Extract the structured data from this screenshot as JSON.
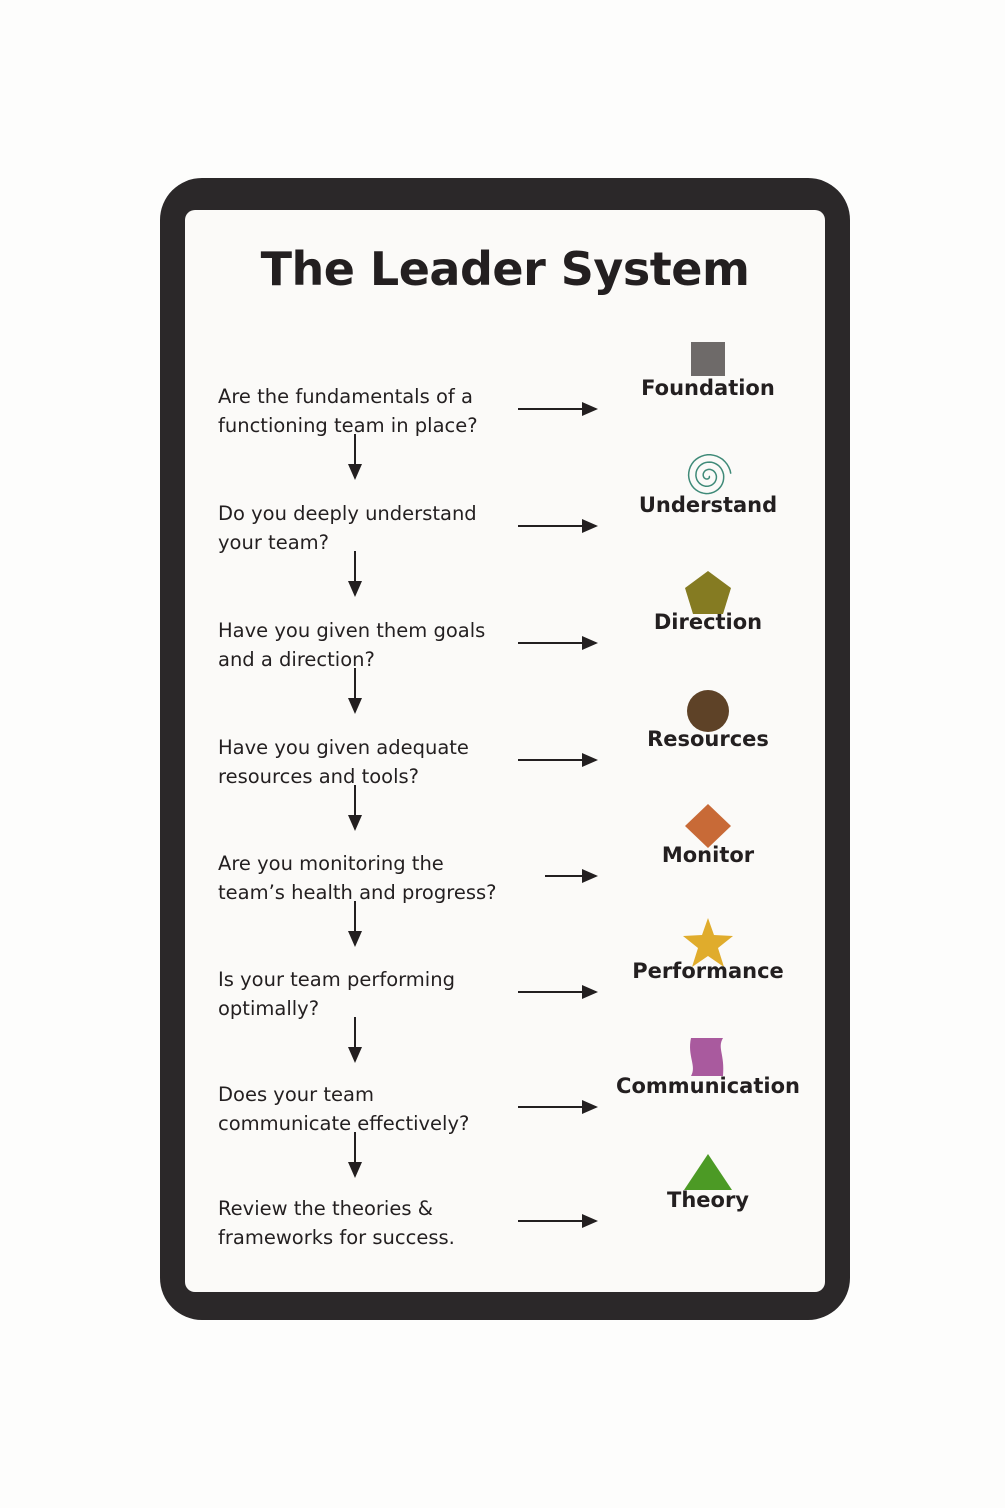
{
  "title": "The Leader System",
  "rows": [
    {
      "question_line1": "Are the fundamentals of a",
      "question_line2": "functioning team in place?",
      "label": "Foundation",
      "icon": "square-icon",
      "color": "#6e6a69"
    },
    {
      "question_line1": "Do you deeply understand",
      "question_line2": "your team?",
      "label": "Understand",
      "icon": "spiral-icon",
      "color": "#3f8a78"
    },
    {
      "question_line1": "Have you given them goals",
      "question_line2": "and a direction?",
      "label": "Direction",
      "icon": "pentagon-icon",
      "color": "#857b22"
    },
    {
      "question_line1": "Have you given adequate",
      "question_line2": "resources and tools?",
      "label": "Resources",
      "icon": "circle-icon",
      "color": "#5e4227"
    },
    {
      "question_line1": "Are you monitoring the",
      "question_line2": "team’s health and progress?",
      "label": "Monitor",
      "icon": "diamond-icon",
      "color": "#c86a37"
    },
    {
      "question_line1": "Is your team performing",
      "question_line2": "optimally?",
      "label": "Performance",
      "icon": "star-icon",
      "color": "#e0ac2c"
    },
    {
      "question_line1": "Does your team",
      "question_line2": "communicate effectively?",
      "label": "Communication",
      "icon": "wave-square-icon",
      "color": "#a95a9e"
    },
    {
      "question_line1": "Review the theories &",
      "question_line2": "frameworks for success.",
      "label": "Theory",
      "icon": "triangle-icon",
      "color": "#4c9a25"
    }
  ]
}
